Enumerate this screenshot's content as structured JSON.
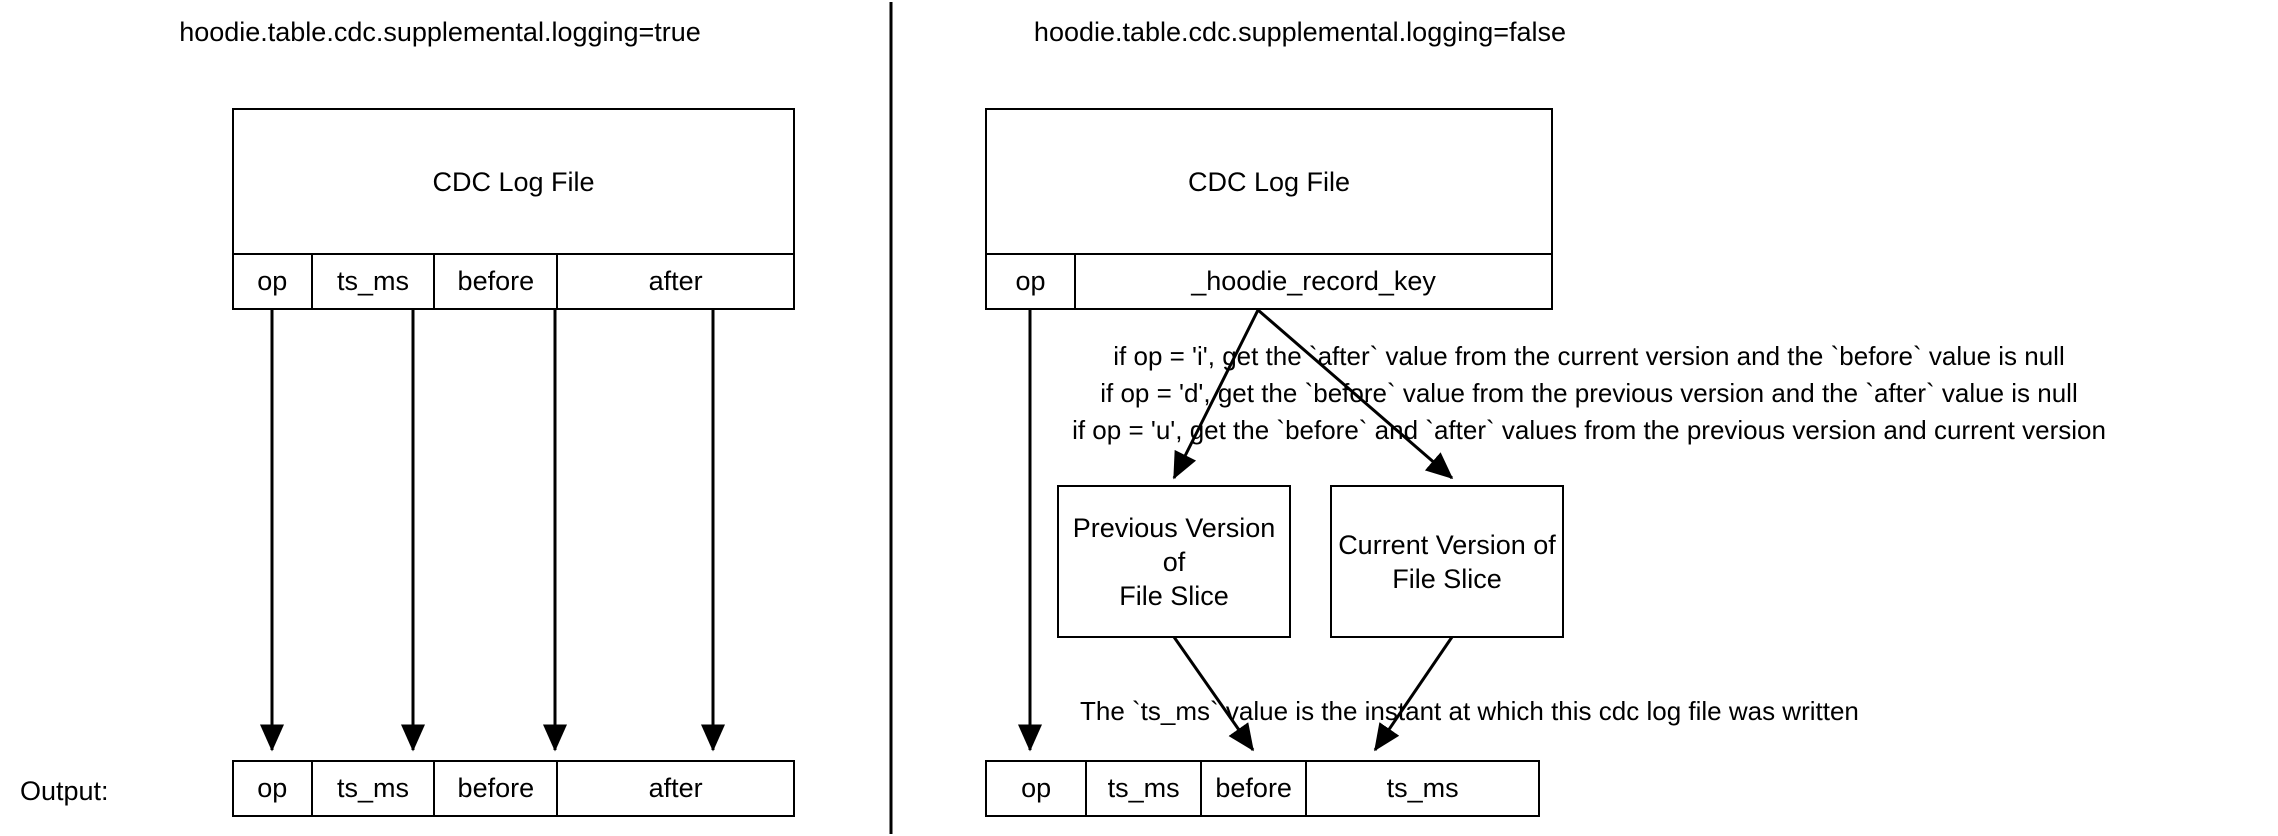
{
  "diagram": {
    "background_color": "#ffffff",
    "stroke_color": "#000000",
    "panels": [
      {
        "id": "supplemental-logging-true",
        "title": "hoodie.table.cdc.supplemental.logging=true",
        "log_file": {
          "label": "CDC Log File",
          "columns": [
            "op",
            "ts_ms",
            "before",
            "after"
          ]
        },
        "output": {
          "label": "Output:",
          "columns": [
            "op",
            "ts_ms",
            "before",
            "after"
          ]
        },
        "notes": []
      },
      {
        "id": "supplemental-logging-false",
        "title": "hoodie.table.cdc.supplemental.logging=false",
        "log_file": {
          "label": "CDC Log File",
          "columns": [
            "op",
            "_hoodie_record_key"
          ]
        },
        "output": {
          "label": "",
          "columns": [
            "op",
            "ts_ms",
            "before",
            "ts_ms"
          ]
        },
        "notes": [
          "if op = 'i', get the `after` value from the current version and the `before` value is null",
          "if op = 'd', get the `before` value from the previous version  and the `after` value is null",
          "if op = 'u', get the `before` and `after` values from the previous version and current version"
        ],
        "version_boxes": [
          {
            "line1": "Previous Version of",
            "line2": "File Slice"
          },
          {
            "line1": "Current Version of",
            "line2": "File Slice"
          }
        ],
        "ts_note": "The `ts_ms` value is the instant at which this cdc log file was written"
      }
    ]
  }
}
